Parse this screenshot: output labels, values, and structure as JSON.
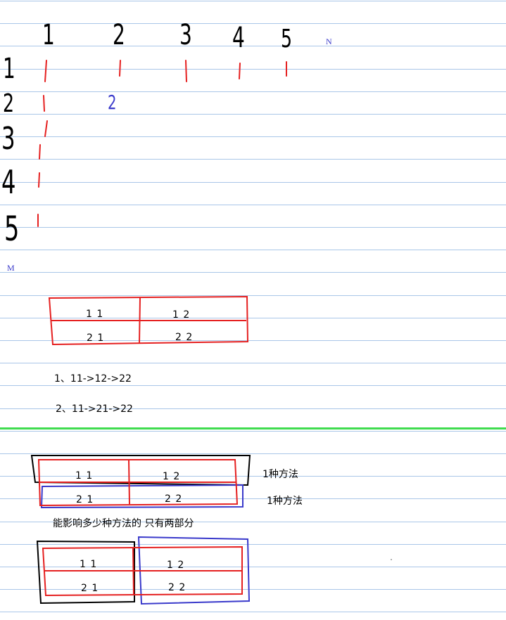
{
  "colors": {
    "ruled_line": "#a9c6e8",
    "divider": "#3fdc4f",
    "red_ink": "#e52020",
    "blue_ink": "#3a3acb",
    "black_ink": "#000000"
  },
  "grid_sketch": {
    "column_numbers": [
      "1",
      "2",
      "3",
      "4",
      "5"
    ],
    "column_axis_label": "N",
    "row_numbers": [
      "1",
      "2",
      "3",
      "4",
      "5"
    ],
    "row_axis_label": "M",
    "blue_value": "2"
  },
  "table_one": {
    "cells": [
      "1 1",
      "1 2",
      "2 1",
      "2 2"
    ]
  },
  "paths": [
    "1、11->12->22",
    "2、11->21->22"
  ],
  "section_two": {
    "cells": [
      "1 1",
      "1 2",
      "2 1",
      "2 2"
    ],
    "note_top": "1种方法",
    "note_bottom": "1种方法",
    "summary": "能影响多少种方法的 只有两部分"
  },
  "section_three": {
    "cells": [
      "1 1",
      "1 2",
      "2 1",
      "2 2"
    ]
  }
}
